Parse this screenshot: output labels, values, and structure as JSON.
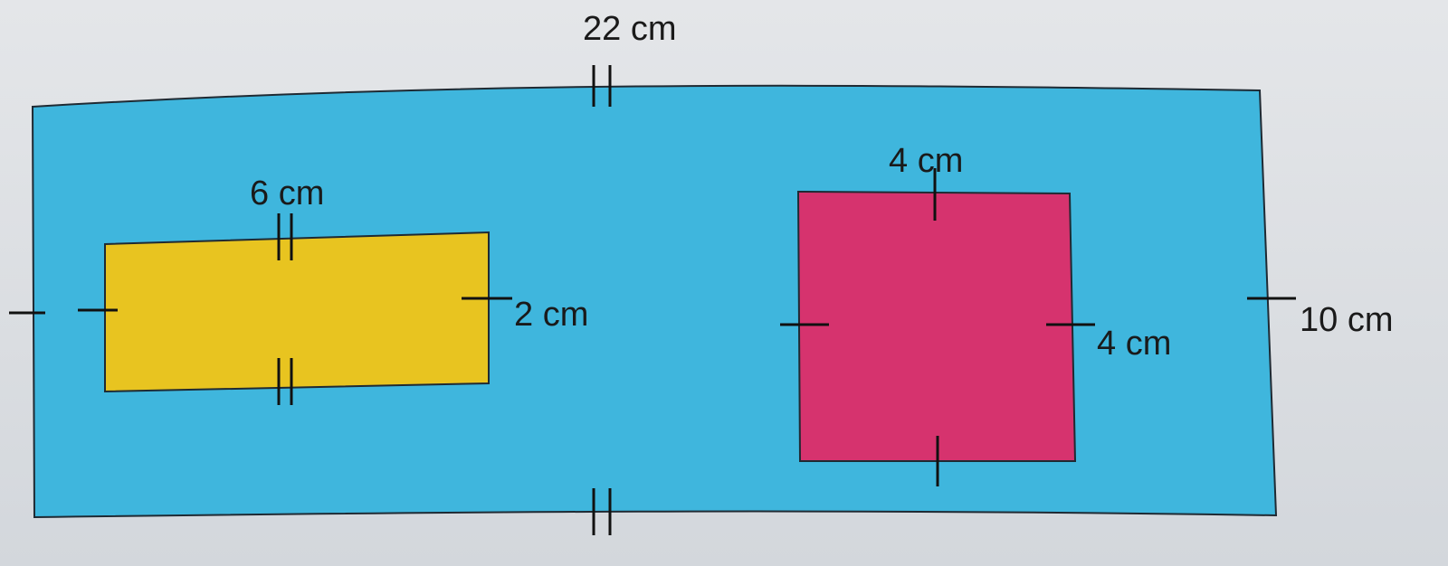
{
  "figure": {
    "outer_rectangle": {
      "length_label": "22 cm",
      "width_label": "10 cm",
      "fill": "#3fb6dd"
    },
    "yellow_rectangle": {
      "length_label": "6 cm",
      "width_label": "2 cm",
      "fill": "#e8c420"
    },
    "pink_square": {
      "top_label": "4 cm",
      "side_label": "4 cm",
      "fill": "#d6336e"
    }
  }
}
